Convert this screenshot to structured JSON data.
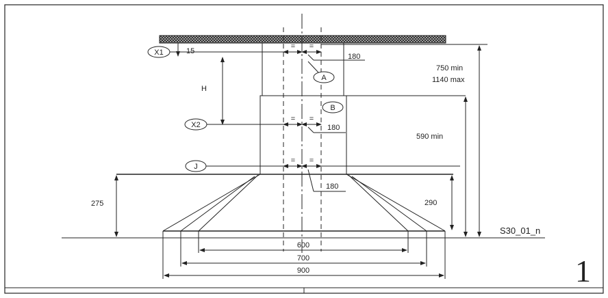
{
  "labels": {
    "x1": "X1",
    "x2": "X2",
    "a": "A",
    "b": "B",
    "j": "J",
    "h": "H",
    "eq": "=",
    "d15": "15",
    "d180": "180",
    "d750": "750 min",
    "d1140": "1140 max",
    "d590": "590 min",
    "d275": "275",
    "d290": "290",
    "d600": "600",
    "d700": "700",
    "d900": "900",
    "code": "S30_01_n",
    "figure_number": "1"
  }
}
